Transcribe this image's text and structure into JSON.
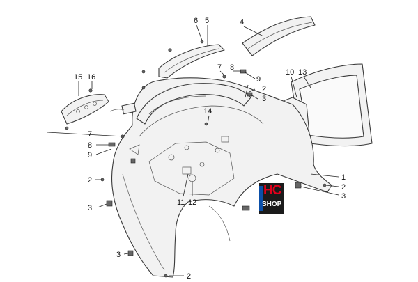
{
  "callouts": [
    {
      "id": "c15",
      "label": "15"
    },
    {
      "id": "c16",
      "label": "16"
    },
    {
      "id": "c6",
      "label": "6"
    },
    {
      "id": "c5",
      "label": "5"
    },
    {
      "id": "c4",
      "label": "4"
    },
    {
      "id": "c7a",
      "label": "7"
    },
    {
      "id": "c8a",
      "label": "8"
    },
    {
      "id": "c9a",
      "label": "9"
    },
    {
      "id": "c2a",
      "label": "2"
    },
    {
      "id": "c3a",
      "label": "3"
    },
    {
      "id": "c10",
      "label": "10"
    },
    {
      "id": "c13",
      "label": "13"
    },
    {
      "id": "c14",
      "label": "14"
    },
    {
      "id": "c7b",
      "label": "7"
    },
    {
      "id": "c8b",
      "label": "8"
    },
    {
      "id": "c9b",
      "label": "9"
    },
    {
      "id": "c1",
      "label": "1"
    },
    {
      "id": "c2b",
      "label": "2"
    },
    {
      "id": "c3b",
      "label": "3"
    },
    {
      "id": "c2c",
      "label": "2"
    },
    {
      "id": "c3c",
      "label": "3"
    },
    {
      "id": "c11",
      "label": "11"
    },
    {
      "id": "c12",
      "label": "12"
    },
    {
      "id": "c3d",
      "label": "3"
    },
    {
      "id": "c2d",
      "label": "2"
    }
  ],
  "logo": {
    "primary": "HC",
    "secondary": "SHOP",
    "brand_color": "#e0001b",
    "side_color": "#0b4fa8"
  }
}
